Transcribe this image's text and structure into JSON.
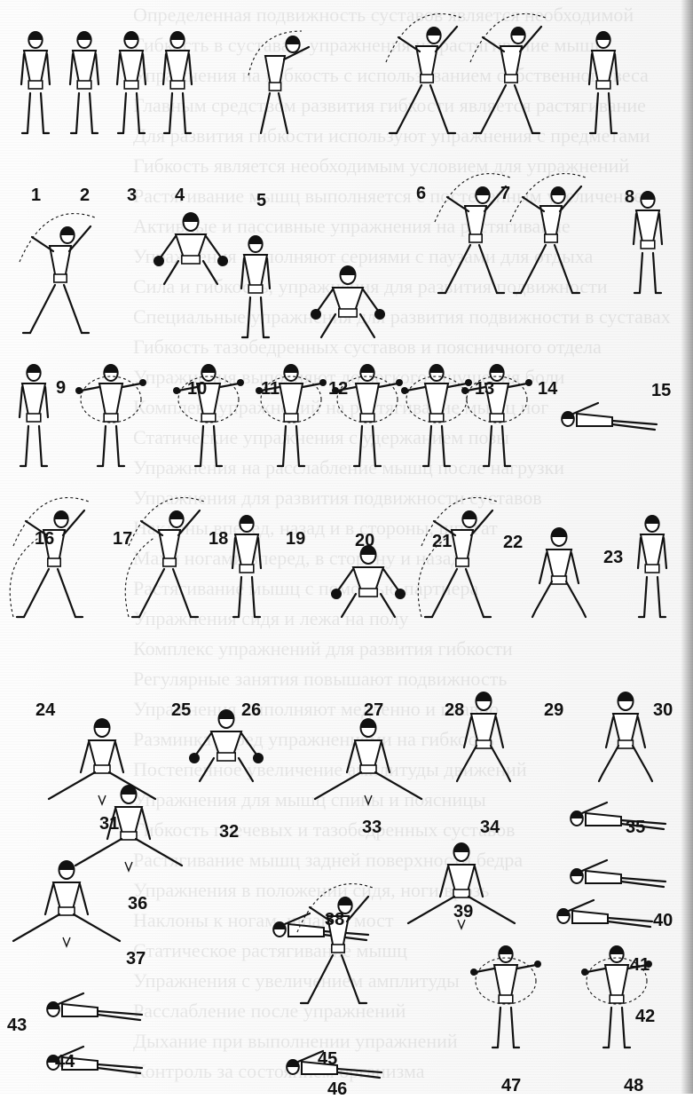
{
  "background_text": [
    "Определенная подвижность суставов является необходимой",
    "Гибкость в суставах, упражнения на растягивание мышц",
    "Упражнения на гибкость с использованием собственного веса",
    "Главным средством развития гибкости является растягивание",
    "Для развития гибкости используют упражнения с предметами",
    "Гибкость является необходимым условием для упражнений",
    "Растягивание мышц выполняется с постепенным увеличением",
    "Активные и пассивные упражнения на растягивание",
    "Упражнения выполняют сериями с паузами для отдыха",
    "Сила и гибкость, упражнения для развития подвижности",
    "Специальные упражнения для развития подвижности в суставах",
    "Гибкость тазобедренных суставов и поясничного отдела",
    "Упражнения выполняют до легкого ощущения боли",
    "Комплекс упражнений на растягивание мышц ног",
    "Статические упражнения с удержанием позы",
    "Упражнения на расслабление мышц после нагрузки",
    "Упражнения для развития подвижности суставов",
    "Наклоны вперед, назад и в стороны, шпагат",
    "Махи ногами вперед, в сторону и назад",
    "Растягивание мышц с помощью партнера",
    "Упражнения сидя и лежа на полу",
    "Комплекс упражнений для развития гибкости",
    "Регулярные занятия повышают подвижность",
    "Упражнения выполняют медленно и плавно",
    "Разминка перед упражнениями на гибкость",
    "Постепенное увеличение амплитуды движений",
    "Упражнения для мышц спины и поясницы",
    "Гибкость плечевых и тазобедренных суставов",
    "Растягивание мышц задней поверхности бедра",
    "Упражнения в положении сидя, ноги врозь",
    "Наклоны к ногам, шпагат, мост",
    "Статическое растягивание мышц",
    "Упражнения с увеличением амплитуды",
    "Расслабление после упражнений",
    "Дыхание при выполнении упражнений",
    "Контроль за состоянием организма"
  ],
  "figures": [
    {
      "number": "1"
    },
    {
      "number": "2"
    },
    {
      "number": "3"
    },
    {
      "number": "4"
    },
    {
      "number": "5"
    },
    {
      "number": "6"
    },
    {
      "number": "7"
    },
    {
      "number": "8"
    },
    {
      "number": "9"
    },
    {
      "number": "10"
    },
    {
      "number": "11"
    },
    {
      "number": "12"
    },
    {
      "number": "13"
    },
    {
      "number": "14"
    },
    {
      "number": "15"
    },
    {
      "number": "16"
    },
    {
      "number": "17"
    },
    {
      "number": "18"
    },
    {
      "number": "19"
    },
    {
      "number": "20"
    },
    {
      "number": "21"
    },
    {
      "number": "22"
    },
    {
      "number": "23"
    },
    {
      "number": "24"
    },
    {
      "number": "25"
    },
    {
      "number": "26"
    },
    {
      "number": "27"
    },
    {
      "number": "28"
    },
    {
      "number": "29"
    },
    {
      "number": "30"
    },
    {
      "number": "31"
    },
    {
      "number": "32"
    },
    {
      "number": "33"
    },
    {
      "number": "34"
    },
    {
      "number": "35"
    },
    {
      "number": "36"
    },
    {
      "number": "37"
    },
    {
      "number": "38"
    },
    {
      "number": "39"
    },
    {
      "number": "40"
    },
    {
      "number": "41"
    },
    {
      "number": "42"
    },
    {
      "number": "43"
    },
    {
      "number": "44"
    },
    {
      "number": "45"
    },
    {
      "number": "46"
    },
    {
      "number": "47"
    },
    {
      "number": "48"
    }
  ]
}
